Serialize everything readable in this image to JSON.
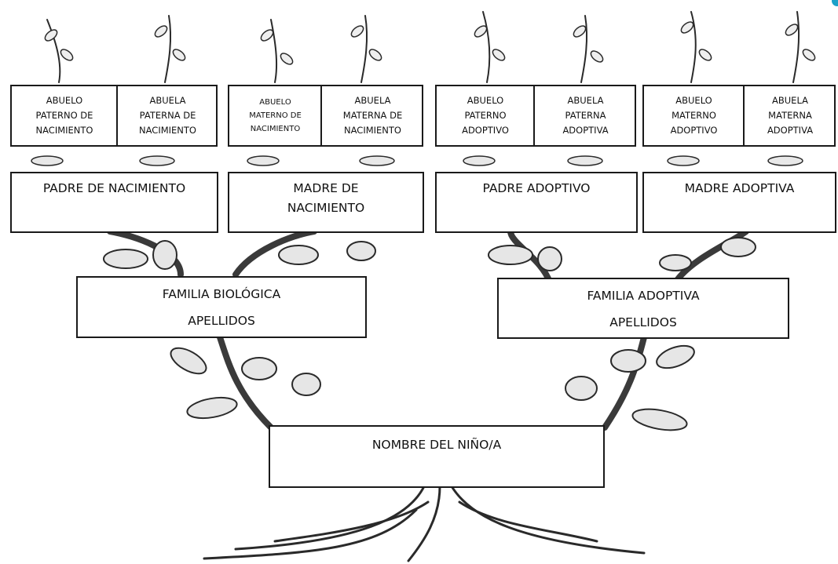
{
  "grandparents": {
    "biological": {
      "paternal_grandfather": "ABUELO\nPATERNO DE\nNACIMIENTO",
      "paternal_grandmother": "ABUELA\nPATERNA DE\nNACIMIENTO",
      "maternal_grandfather": "ABUELO\nMATERNO DE\nNACIMIENTO",
      "maternal_grandmother": "ABUELA\nMATERNA DE\nNACIMIENTO"
    },
    "adoptive": {
      "paternal_grandfather": "ABUELO\nPATERNO\nADOPTIVO",
      "paternal_grandmother": "ABUELA\nPATERNA\nADOPTIVA",
      "maternal_grandfather": "ABUELO\nMATERNO\nADOPTIVO",
      "maternal_grandmother": "ABUELA\nMATERNA\nADOPTIVA"
    }
  },
  "parents": {
    "birth_father": "PADRE DE NACIMIENTO",
    "birth_mother": "MADRE DE\nNACIMIENTO",
    "adoptive_father": "PADRE ADOPTIVO",
    "adoptive_mother": "MADRE ADOPTIVA"
  },
  "families": {
    "biological": {
      "title": "FAMILIA BIOLÓGICA",
      "surname_label": "APELLIDOS"
    },
    "adoptive": {
      "title": "FAMILIA ADOPTIVA",
      "surname_label": "APELLIDOS"
    }
  },
  "child": {
    "label": "NOMBRE DEL NIÑO/A"
  }
}
